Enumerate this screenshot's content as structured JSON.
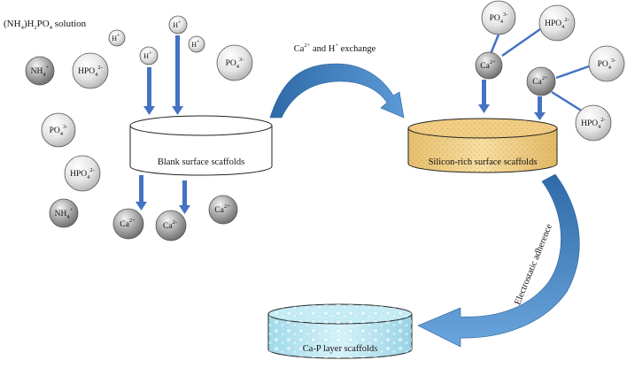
{
  "solution_label": {
    "main": "(NH",
    "s1": "4",
    "mid": ")H",
    "s2": "2",
    "tail": "PO",
    "s3": "4",
    "end": " solution"
  },
  "exchange_label": {
    "a": "Ca",
    "a_sup": "2+",
    "b": " and H",
    "b_sup": "+",
    "c": " exchange"
  },
  "scaffolds": {
    "blank": "Blank surface scaffolds",
    "silicon": "Silicon-rich surface scaffolds",
    "cap": "Ca-P layer scaffolds"
  },
  "adherence_label": "Electrostatic adherence",
  "ion_parts": {
    "nh4": {
      "b": "NH",
      "sub": "4",
      "sup": "+"
    },
    "hpo4": {
      "b": "HPO",
      "sub": "4",
      "sup": "2-"
    },
    "po4": {
      "b": "PO",
      "sub": "4",
      "sup": "3-"
    },
    "ca": {
      "b": "Ca",
      "sup": "2+"
    },
    "ca_alt": {
      "b": "Ca",
      "sup": "2-"
    },
    "h": {
      "b": "H",
      "sup": "+"
    }
  },
  "colors": {
    "arrow_blue": "#4472c4",
    "curve_blue": "#3a78b8",
    "sand": "#f2d38e",
    "water": "#bfe8f2",
    "ion_dark": "#8c8c8c",
    "ion_light": "#e6e6e6"
  }
}
